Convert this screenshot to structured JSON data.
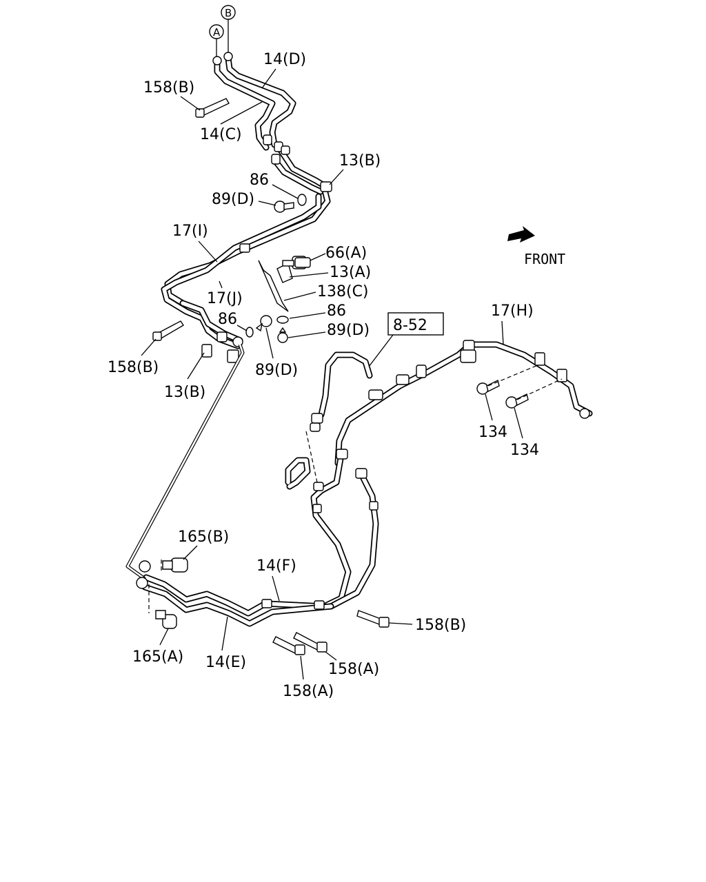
{
  "diagram": {
    "direction_label": "FRONT",
    "reference_box": "8-52",
    "circle_markers": [
      "A",
      "B"
    ],
    "callouts": [
      "14(D)",
      "158(B)",
      "14(C)",
      "13(B)",
      "86",
      "89(D)",
      "17(I)",
      "66(A)",
      "13(A)",
      "138(C)",
      "17(J)",
      "86",
      "86",
      "89(D)",
      "89(D)",
      "158(B)",
      "13(B)",
      "17(H)",
      "134",
      "134",
      "165(B)",
      "14(F)",
      "158(B)",
      "165(A)",
      "14(E)",
      "158(A)",
      "158(A)"
    ]
  }
}
